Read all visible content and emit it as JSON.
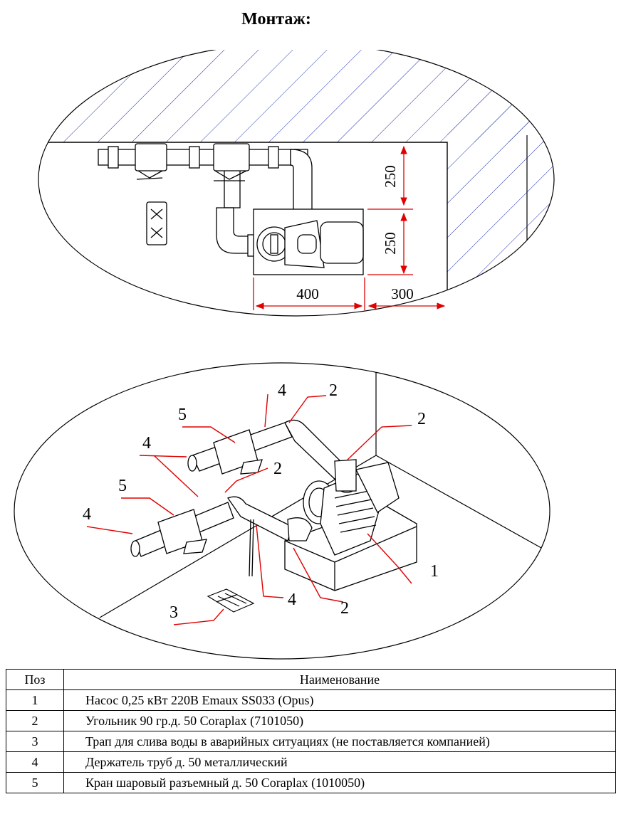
{
  "title": "Монтаж:",
  "top_diagram": {
    "dimensions": [
      "250",
      "250",
      "400",
      "300"
    ]
  },
  "bottom_diagram": {
    "callouts": [
      "4",
      "2",
      "2",
      "5",
      "4",
      "2",
      "5",
      "4",
      "1",
      "4",
      "2",
      "3"
    ]
  },
  "spec_table": {
    "headers": [
      "Поз",
      "Наименование"
    ],
    "rows": [
      {
        "pos": "1",
        "name": "Насос 0,25 кВт 220В Emaux SS033 (Opus)"
      },
      {
        "pos": "2",
        "name": "Угольник 90 гр.д. 50 Coraplax (7101050)"
      },
      {
        "pos": "3",
        "name": "Трап для слива воды в аварийных ситуациях (не поставляется компанией)"
      },
      {
        "pos": "4",
        "name": "Держатель труб д. 50  металлический"
      },
      {
        "pos": "5",
        "name": "Кран шаровый разъемный д. 50 Coraplax (1010050)"
      }
    ]
  },
  "colors": {
    "line": "#000000",
    "dimension": "#e00000",
    "hatch": "#2233aa"
  }
}
